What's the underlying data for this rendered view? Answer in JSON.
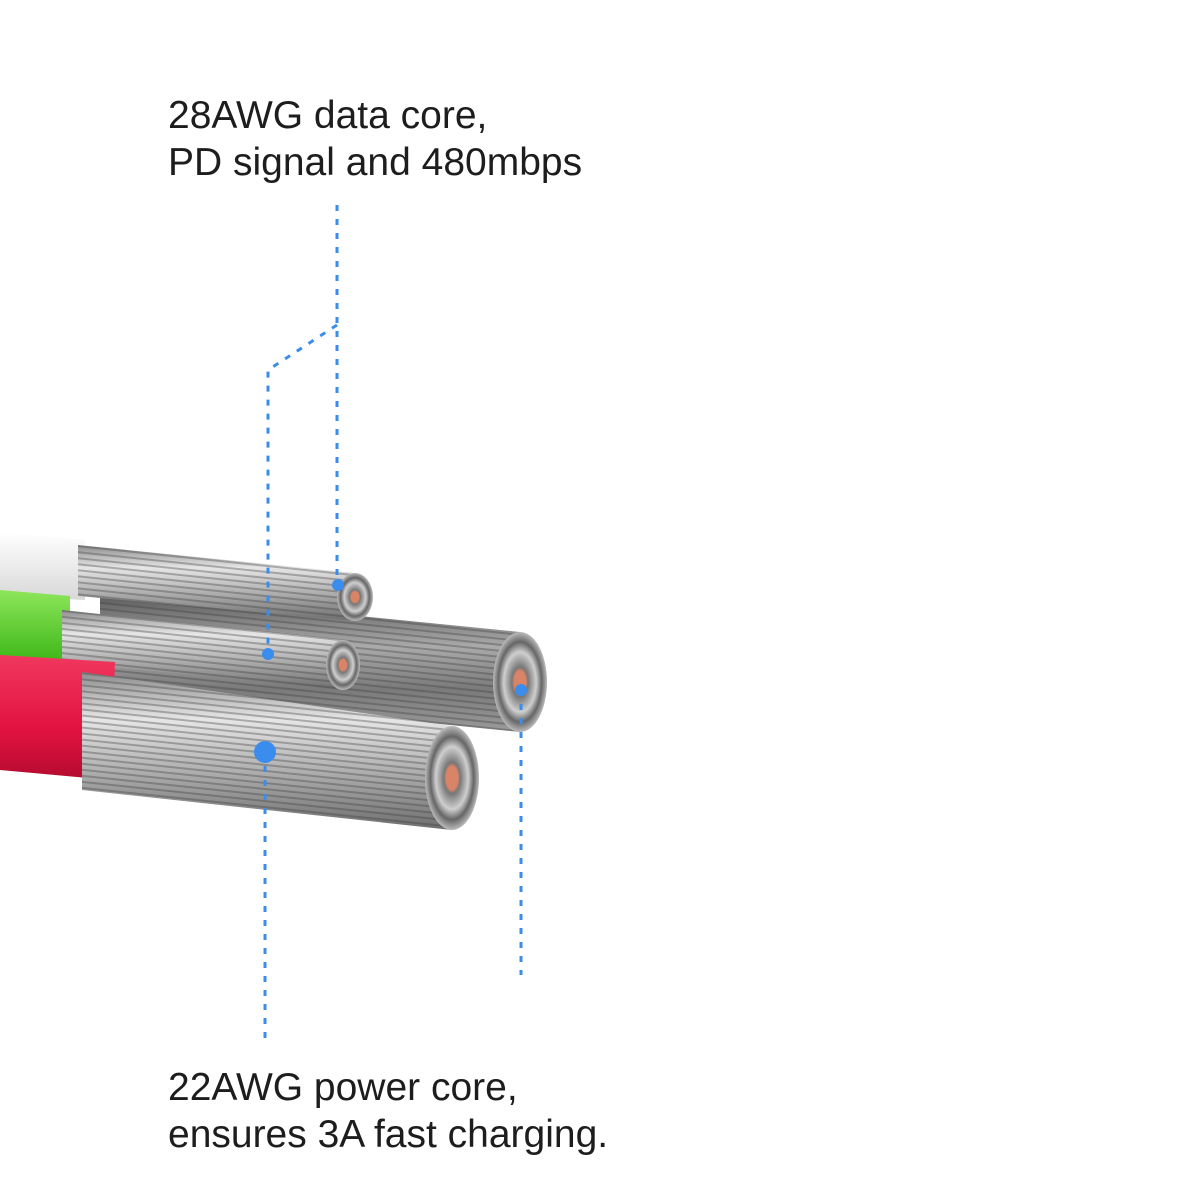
{
  "annotations": {
    "data_core": {
      "line1": "28AWG data core,",
      "line2": "PD signal and 480mbps"
    },
    "power_core": {
      "line1": "22AWG power core,",
      "line2": "ensures 3A fast charging."
    }
  },
  "colors": {
    "leader_line": "#3b8ded",
    "text": "#1d1d1d",
    "jacket_white": "#f2f2f2",
    "jacket_green": "#5fd62a",
    "jacket_red": "#e8184a",
    "copper": "#d98466"
  }
}
